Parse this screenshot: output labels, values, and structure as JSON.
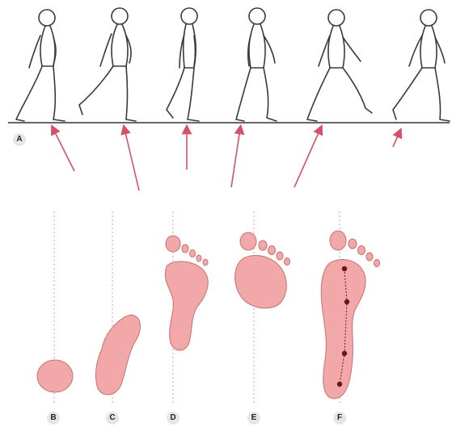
{
  "colors": {
    "figure_stroke": "#3a3a3a",
    "arrow": "#d6506a",
    "footprint_fill": "#f2a8a8",
    "footprint_stroke": "#c9706f",
    "dot": "#6b1320",
    "ground": "#666666",
    "guide": "#d99aa0"
  },
  "panels": {
    "a": "A",
    "b": "B",
    "c": "C",
    "d": "D",
    "e": "E",
    "f": "F"
  }
}
